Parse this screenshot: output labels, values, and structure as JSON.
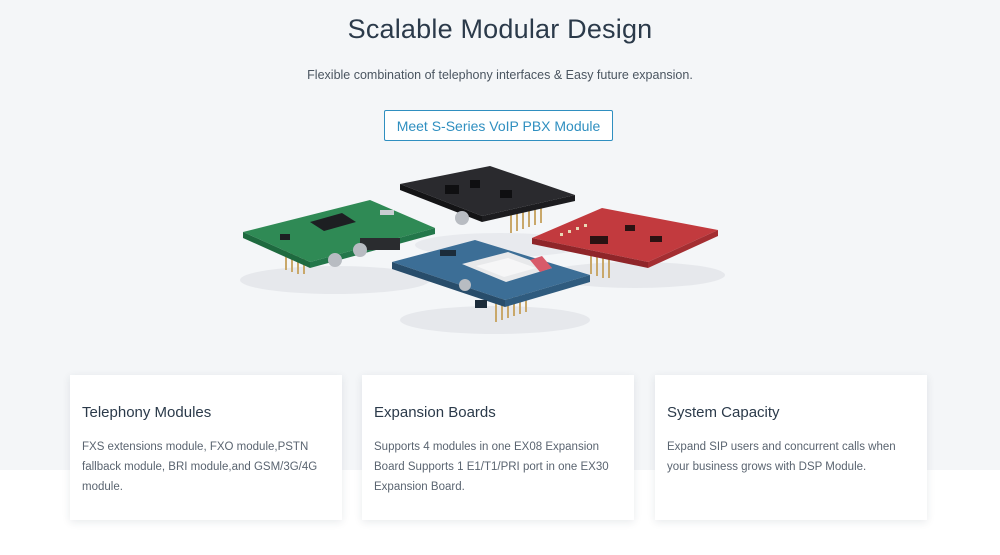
{
  "hero": {
    "title": "Scalable Modular Design",
    "subtitle": "Flexible combination of telephony interfaces & Easy future expansion.",
    "cta_label": "Meet S-Series VoIP PBX Module"
  },
  "colors": {
    "accent": "#2f8fc0",
    "heading": "#2b3a4a",
    "board_green": "#2f8a55",
    "board_black": "#2a2a2e",
    "board_red": "#c23a3e",
    "board_blue": "#3c6e96"
  },
  "cards": [
    {
      "title": "Telephony Modules",
      "description": "FXS extensions module, FXO module,PSTN fallback module, BRI module,and GSM/3G/4G module."
    },
    {
      "title": "Expansion Boards",
      "description": "Supports 4 modules in one EX08 Expansion Board Supports 1 E1/T1/PRI port in one EX30 Expansion Board."
    },
    {
      "title": "System Capacity",
      "description": "Expand SIP users and concurrent calls when your business grows with DSP Module."
    }
  ]
}
